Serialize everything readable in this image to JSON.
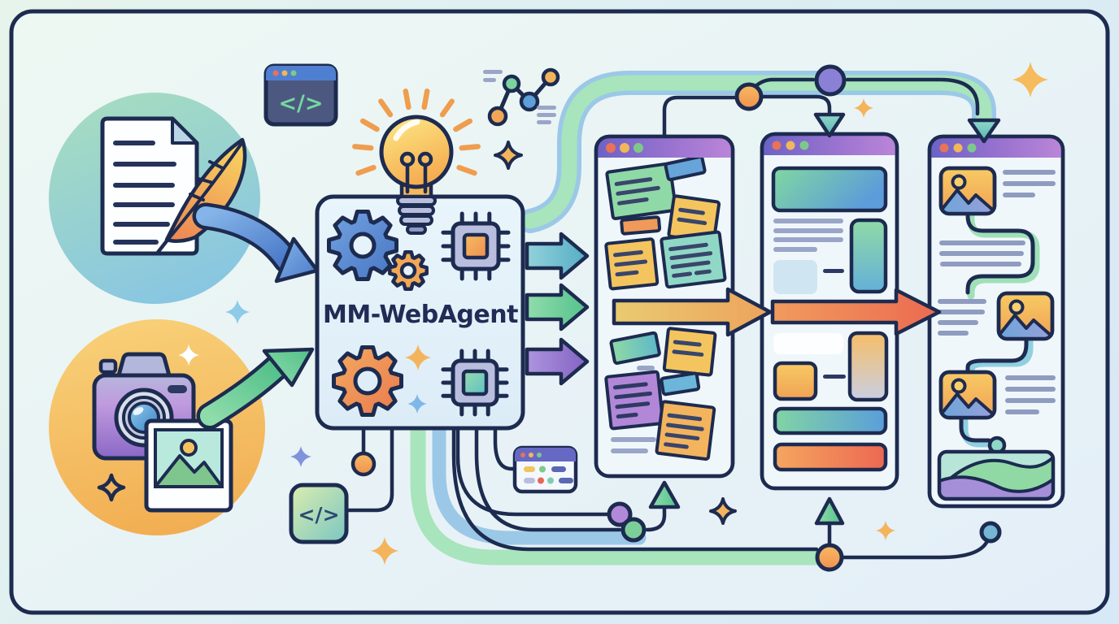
{
  "illustration": {
    "agent_label": "MM-WebAgent",
    "code_glyph": "</>",
    "window_dot_colors": [
      "#e97259",
      "#f2b65b",
      "#7dc98a"
    ],
    "palette": {
      "outline": "#1d2b50",
      "background_from": "#e7f4ec",
      "background_to": "#d7e8f6",
      "pipe_green": "#a8e4bc",
      "pipe_blue": "#9cc8e8",
      "arrow_gold": "#e9cc72",
      "arrow_red": "#ec6a52",
      "header_purple_from": "#6b62c4",
      "header_purple_to": "#bb86d8"
    },
    "icons": {
      "input_text": "document-quill-icon",
      "input_image": "camera-photo-icon",
      "idea": "lightbulb-icon",
      "code_window": "code-window-icon",
      "code_snippet": "code-snippet-icon",
      "node_graph": "node-graph-icon",
      "mini_browser": "mini-browser-icon",
      "processor_gears": "gear-icons",
      "processor_chips": "chip-icons"
    },
    "mockups": [
      "sticky-notes-board",
      "webpage-layout",
      "image-text-feed"
    ]
  }
}
